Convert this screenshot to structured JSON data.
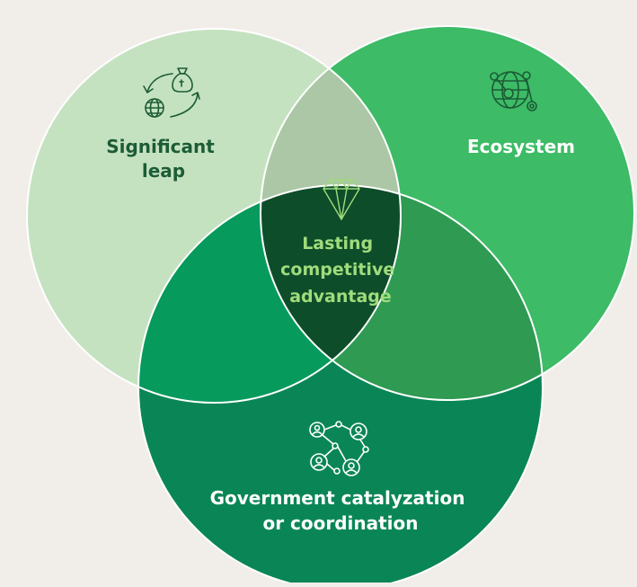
{
  "circles": [
    {
      "id": "significant-leap",
      "label_lines": [
        "Significant",
        "leap"
      ],
      "icon": "globe-money-cycle-icon",
      "color": "#c5e2c0",
      "label_color": "#1c5c36"
    },
    {
      "id": "ecosystem",
      "label_lines": [
        "Ecosystem"
      ],
      "icon": "network-globe-icon",
      "color": "#3dbb66",
      "label_color": "#ffffff"
    },
    {
      "id": "government",
      "label_lines": [
        "Government catalyzation",
        "or coordination"
      ],
      "icon": "people-network-icon",
      "color": "#0a8656",
      "label_color": "#ffffff"
    }
  ],
  "overlaps": {
    "leap_ecosystem": "#abc7a5",
    "leap_government": "#069a5c",
    "ecosystem_government": "#2e9a52",
    "center": "#0e4d2a"
  },
  "center": {
    "label_lines": [
      "Lasting",
      "competitive",
      "advantage"
    ],
    "icon": "diamond-icon",
    "label_color": "#9fdc7c"
  },
  "outline_color": "#ffffff",
  "background": "#f1eeea"
}
